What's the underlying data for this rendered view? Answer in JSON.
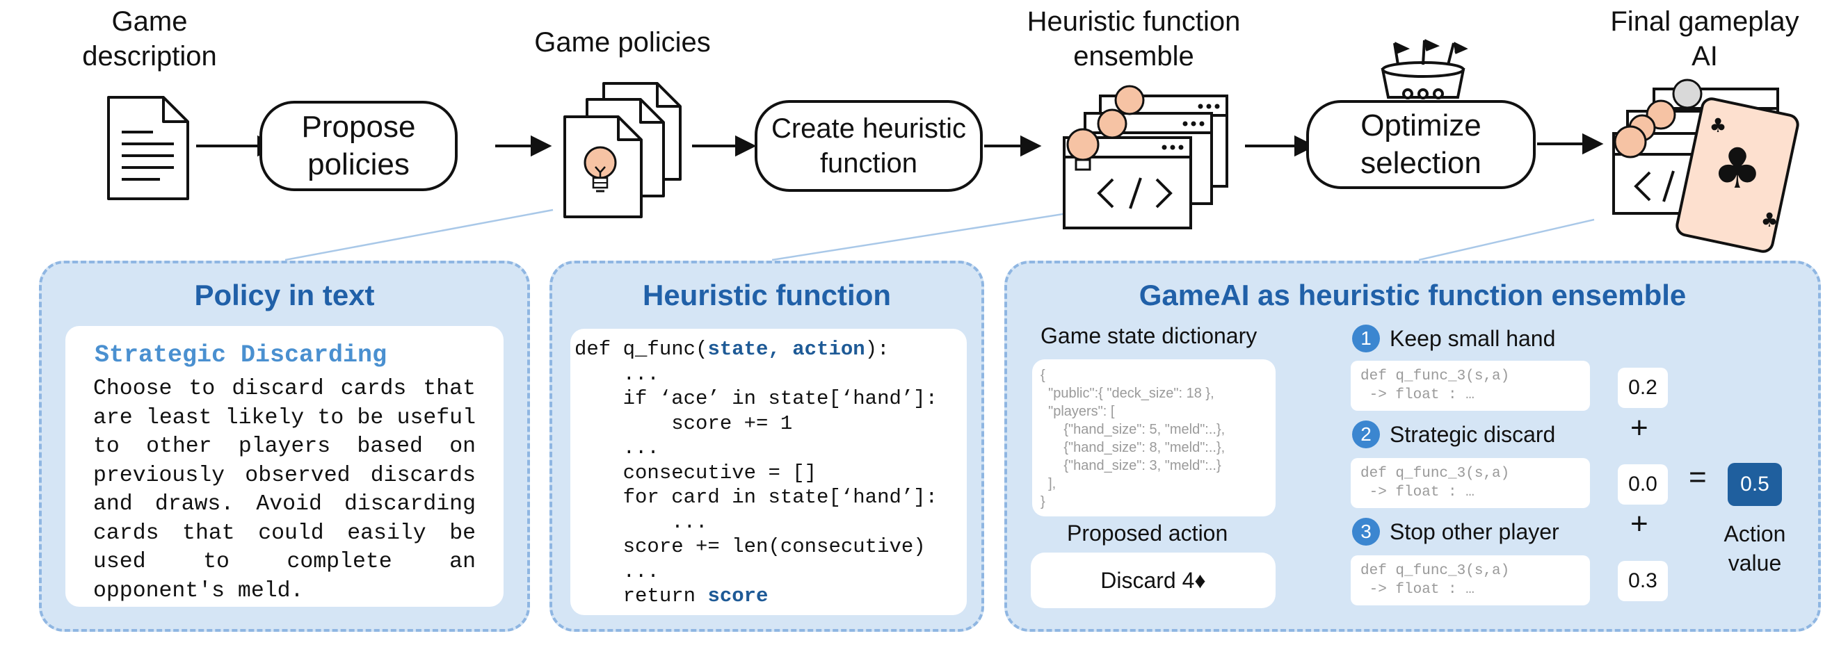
{
  "pipeline": {
    "game_description": "Game\ndescription",
    "propose_policies": "Propose\npolicies",
    "game_policies": "Game policies",
    "create_heuristic": "Create heuristic\nfunction",
    "heuristic_ensemble": "Heuristic function\nensemble",
    "optimize_selection": "Optimize\nselection",
    "final_ai": "Final gameplay\nAI"
  },
  "policy_panel": {
    "title": "Policy in text",
    "policy_name": "Strategic Discarding",
    "policy_text": "Choose to discard cards that are least likely to be useful to other players based on previously observed discards and draws. Avoid discarding cards that could easily be used to complete an opponent's meld."
  },
  "heuristic_panel": {
    "title": "Heuristic function",
    "code": [
      {
        "pre": "def q_func(",
        "hl": "state, action",
        "post": "):"
      },
      {
        "pre": "    ...",
        "hl": "",
        "post": ""
      },
      {
        "pre": "    if ‘ace’ in state[‘hand’]:",
        "hl": "",
        "post": ""
      },
      {
        "pre": "        score += 1",
        "hl": "",
        "post": ""
      },
      {
        "pre": "    ...",
        "hl": "",
        "post": ""
      },
      {
        "pre": "    consecutive = []",
        "hl": "",
        "post": ""
      },
      {
        "pre": "    for card in state[‘hand’]:",
        "hl": "",
        "post": ""
      },
      {
        "pre": "        ...",
        "hl": "",
        "post": ""
      },
      {
        "pre": "    score += len(consecutive)",
        "hl": "",
        "post": ""
      },
      {
        "pre": "    ...",
        "hl": "",
        "post": ""
      },
      {
        "pre": "    return ",
        "hl": "score",
        "post": ""
      }
    ]
  },
  "ensemble_panel": {
    "title": "GameAI as heuristic function ensemble",
    "state_label": "Game state dictionary",
    "state_lines": [
      "{",
      "  \"public\":{ \"deck_size\": 18 },",
      "  \"players\": [",
      "      {\"hand_size\": 5, \"meld\":..},",
      "      {\"hand_size\": 8, \"meld\":..},",
      "      {\"hand_size\": 3, \"meld\":..}",
      "  ],",
      "}"
    ],
    "action_label": "Proposed action",
    "action_value": "Discard 4♦",
    "items": [
      {
        "num": "1",
        "label": "Keep small hand",
        "code1": "def q_func_3(s,a)",
        "code2": " -> float : …",
        "value": "0.2"
      },
      {
        "num": "2",
        "label": "Strategic discard",
        "code1": "def q_func_3(s,a)",
        "code2": " -> float : …",
        "value": "0.0"
      },
      {
        "num": "3",
        "label": "Stop other player",
        "code1": "def q_func_3(s,a)",
        "code2": " -> float : …",
        "value": "0.3"
      }
    ],
    "plus": "+",
    "equals": "=",
    "result": "0.5",
    "result_label": "Action\nvalue"
  }
}
